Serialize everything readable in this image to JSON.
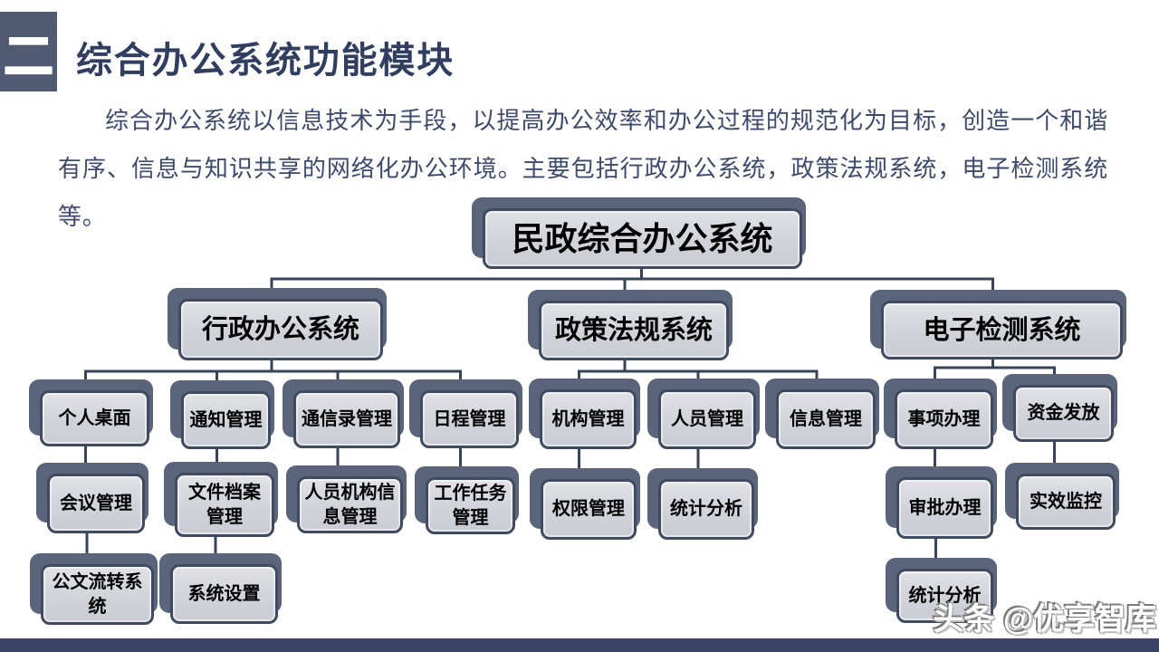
{
  "slide": {
    "section_number": "二",
    "title": "综合办公系统功能模块",
    "paragraph": "综合办公系统以信息技术为手段，以提高办公效率和办公过程的规范化为目标，创造一个和谐有序、信息与知识共享的网络化办公环境。主要包括行政办公系统，政策法规系统，电子检测系统等。",
    "watermark": "头条 @优享智库"
  },
  "colors": {
    "section_block_bg": "#505b73",
    "title_text": "#323e5f",
    "body_text": "#3d4a6b",
    "node_shadow": "#5a647a",
    "node_border": "#414b60",
    "node_fill_top": "#e0e2e6",
    "node_fill_bottom": "#c9ccd3",
    "connector_line": "#3a4459",
    "bottom_bar": "#3a4366"
  },
  "diagram": {
    "nodes": [
      {
        "id": "root",
        "label": "民政综合办公系统",
        "parent": null
      },
      {
        "id": "b1",
        "label": "行政办公系统",
        "parent": "root"
      },
      {
        "id": "b2",
        "label": "政策法规系统",
        "parent": "root"
      },
      {
        "id": "b3",
        "label": "电子检测系统",
        "parent": "root"
      },
      {
        "id": "n11",
        "label": "个人桌面",
        "parent": "b1"
      },
      {
        "id": "n12",
        "label": "通知管理",
        "parent": "b1"
      },
      {
        "id": "n13",
        "label": "通信录管理",
        "parent": "b1"
      },
      {
        "id": "n14",
        "label": "日程管理",
        "parent": "b1"
      },
      {
        "id": "n21",
        "label": "机构管理",
        "parent": "b2"
      },
      {
        "id": "n22",
        "label": "人员管理",
        "parent": "b2"
      },
      {
        "id": "n23",
        "label": "信息管理",
        "parent": "b2"
      },
      {
        "id": "n31",
        "label": "事项办理",
        "parent": "b3"
      },
      {
        "id": "n32",
        "label": "资金发放",
        "parent": "b3"
      },
      {
        "id": "n111",
        "label": "会议管理",
        "parent": "n11"
      },
      {
        "id": "n112",
        "label": "公文流转系统",
        "parent": "n111"
      },
      {
        "id": "n121",
        "label": "文件档案管理",
        "parent": "n12"
      },
      {
        "id": "n122",
        "label": "系统设置",
        "parent": "n121"
      },
      {
        "id": "n131",
        "label": "人员机构信息管理",
        "parent": "n13"
      },
      {
        "id": "n141",
        "label": "工作任务管理",
        "parent": "n14"
      },
      {
        "id": "n211",
        "label": "权限管理",
        "parent": "n21"
      },
      {
        "id": "n221",
        "label": "统计分析",
        "parent": "n22"
      },
      {
        "id": "n311",
        "label": "审批办理",
        "parent": "n31"
      },
      {
        "id": "n312",
        "label": "统计分析",
        "parent": "n311"
      },
      {
        "id": "n321",
        "label": "实效监控",
        "parent": "n32"
      }
    ]
  }
}
